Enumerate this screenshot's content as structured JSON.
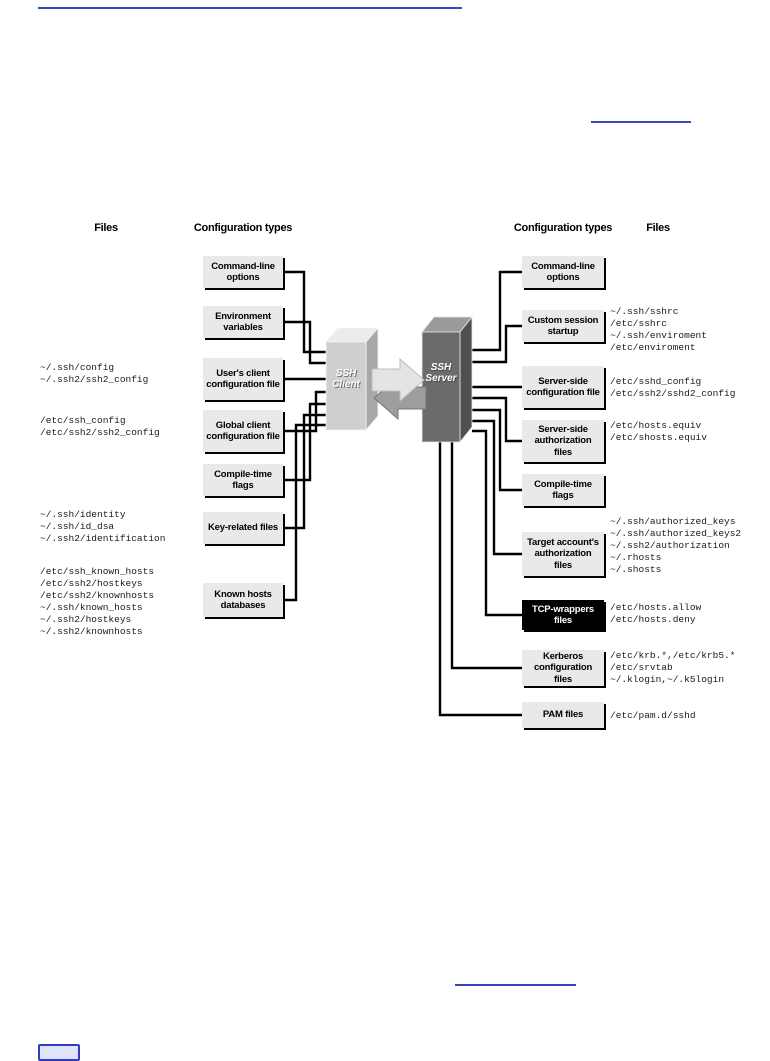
{
  "links": {
    "top_rule": "",
    "top_right_rule": "",
    "bottom_rule": ""
  },
  "diagram": {
    "headers": {
      "files_left": "Files",
      "config_left": "Configuration types",
      "config_right": "Configuration types",
      "files_right": "Files"
    },
    "client_label": "SSH\nClient",
    "server_label": "SSH\nServer",
    "left_boxes": [
      {
        "label": "Command-line options"
      },
      {
        "label": "Environment variables"
      },
      {
        "label": "User's client configuration file"
      },
      {
        "label": "Global client configuration file"
      },
      {
        "label": "Compile-time flags"
      },
      {
        "label": "Key-related files"
      },
      {
        "label": "Known hosts databases"
      }
    ],
    "left_files": [
      "~/.ssh/config\n~/.ssh2/ssh2_config",
      "/etc/ssh_config\n/etc/ssh2/ssh2_config",
      "~/.ssh/identity\n~/.ssh/id_dsa\n~/.ssh2/identification",
      "/etc/ssh_known_hosts\n/etc/ssh2/hostkeys\n/etc/ssh2/knownhosts\n~/.ssh/known_hosts\n~/.ssh2/hostkeys\n~/.ssh2/knownhosts"
    ],
    "right_boxes": [
      {
        "label": "Command-line options"
      },
      {
        "label": "Custom session startup"
      },
      {
        "label": "Server-side configuration file"
      },
      {
        "label": "Server-side authorization files"
      },
      {
        "label": "Compile-time flags"
      },
      {
        "label": "Target account's authorization files"
      },
      {
        "label": "TCP-wrappers files"
      },
      {
        "label": "Kerberos configuration files"
      },
      {
        "label": "PAM files"
      }
    ],
    "right_files": [
      "~/.ssh/sshrc\n/etc/sshrc\n~/.ssh/enviroment\n/etc/enviroment",
      "/etc/sshd_config\n/etc/ssh2/sshd2_config",
      "/etc/hosts.equiv\n/etc/shosts.equiv",
      "~/.ssh/authorized_keys\n~/.ssh/authorized_keys2\n~/.ssh2/authorization\n~/.rhosts\n~/.shosts",
      "/etc/hosts.allow\n/etc/hosts.deny",
      "/etc/krb.*,/etc/krb5.*\n/etc/srvtab\n~/.klogin,~/.k5login",
      "/etc/pam.d/sshd"
    ]
  },
  "colors": {
    "link_blue": "#3a45c0",
    "box_gray": "#e9e9e9",
    "box_black": "#000000",
    "client_front": "#cfcfcf",
    "server_front": "#6b6b6b",
    "line_black": "#000000"
  }
}
